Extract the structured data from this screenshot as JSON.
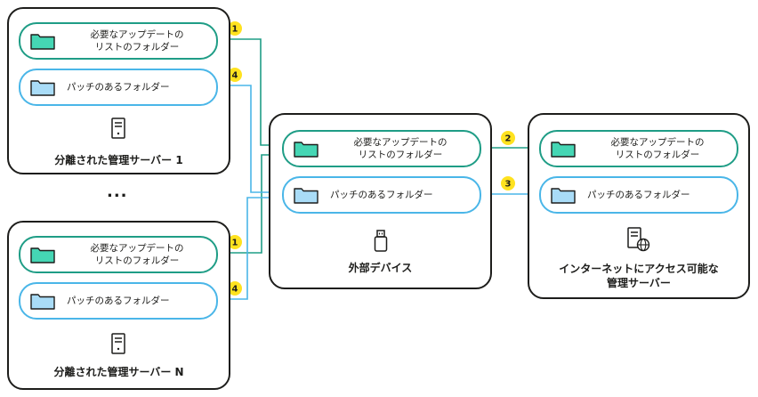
{
  "labels": {
    "required_folder": "必要なアップデートの\nリストのフォルダー",
    "patch_folder": "パッチのあるフォルダー"
  },
  "servers": {
    "server1_title": "分離された管理サーバー 1",
    "serverN_title": "分離された管理サーバー N",
    "ellipsis": "..."
  },
  "device": {
    "title": "外部デバイス"
  },
  "internet_server": {
    "title": "インターネットにアクセス可能な\n管理サーバー"
  },
  "steps": {
    "s1": "1",
    "s2": "2",
    "s3": "3",
    "s4": "4"
  },
  "colors": {
    "green": "#1f9d86",
    "blue": "#4ab6e8",
    "badge": "#ffe21f",
    "folder_green": "#45d6b4",
    "folder_blue": "#a9dcf7"
  },
  "icons": {
    "server": "server-icon",
    "usb": "usb-drive-icon",
    "web_server": "internet-server-icon",
    "folder": "folder-icon"
  }
}
